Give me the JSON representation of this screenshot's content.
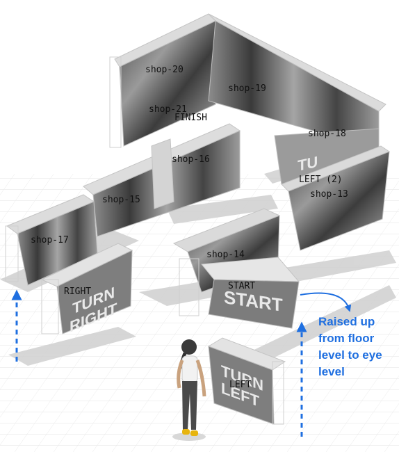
{
  "labels": {
    "shop20": "shop-20",
    "shop19": "shop-19",
    "shop21": "shop-21",
    "finish": "FINISH",
    "shop18": "shop-18",
    "shop16": "shop-16",
    "left2": "LEFT (2)",
    "shop13": "shop-13",
    "shop15": "shop-15",
    "shop17": "shop-17",
    "shop14": "shop-14",
    "right": "RIGHT",
    "start": "START",
    "left": "LEFT"
  },
  "signs": {
    "turn_right_line1": "TURN",
    "turn_right_line2": "RIGHT",
    "start": "START",
    "turn_left_line1": "TURN",
    "turn_left_line2": "LEFT",
    "partial_left": "TU"
  },
  "annotation": {
    "line1": "Raised up",
    "line2": "from floor",
    "line3": "level to eye",
    "line4": "level"
  },
  "colors": {
    "accent": "#1f6fe0",
    "floor_path": "#c9c9c9",
    "grid": "#e6e6e6",
    "box": "#d7d7d7",
    "photo": "#5a5a5a",
    "sign": "#7a7a7a"
  }
}
